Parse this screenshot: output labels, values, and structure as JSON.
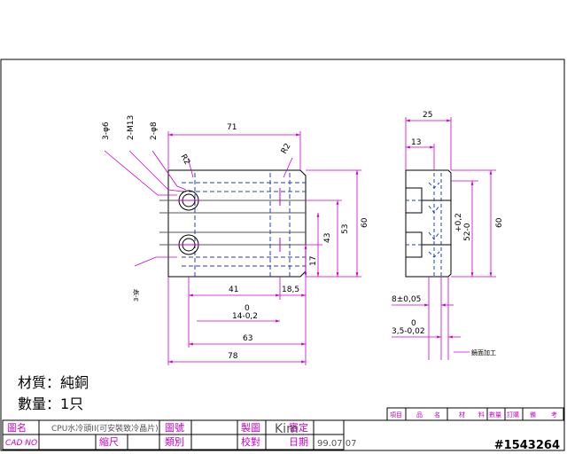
{
  "front_view": {
    "dim_width": "71",
    "dim_hole_spacing": "41",
    "dim_right_offset": "18,5",
    "dim_total_63": "63",
    "dim_total_78": "78",
    "dim_height_60": "60",
    "dim_height_53": "53",
    "dim_height_43": "43",
    "dim_height_17": "17",
    "tol_upper": "0",
    "tol_lower": "14-0,2",
    "callout_holes": "3-φ6",
    "callout_thread": "2-M13",
    "callout_bores": "2-φ8",
    "callout_r_left": "R2",
    "callout_r_right": "R2",
    "callout_bottom": "3-穿"
  },
  "side_view": {
    "dim_width": "25",
    "dim_offset": "13",
    "dim_height": "60",
    "tol_upper": "+0,2",
    "tol_base": "52-0",
    "dim_groove": "8±0,05",
    "tol2_upper": "0",
    "tol2_lower": "3,5-0,02",
    "note_surface": "鏡面加工"
  },
  "notes": {
    "material": "材質：純銅",
    "quantity": "數量：1只"
  },
  "title_block": {
    "label_name": "圖名",
    "value_name": "CPU水冷頭II(可安裝致冷晶片)",
    "label_drawing_no": "圖號",
    "label_drafter": "製圖",
    "value_drafter": "Kim",
    "label_approve": "審定",
    "label_cad_no": "CAD NO",
    "label_scale": "縮尺",
    "label_category": "類別",
    "label_check": "校對",
    "label_date": "日期",
    "value_date": "99.07.07",
    "parts_headers": [
      "項目",
      "品",
      "名",
      "材",
      "料",
      "數量",
      "訂購",
      "備",
      "考"
    ]
  },
  "watermark": "#1543264",
  "colors": {
    "dimension": "#cc00cc",
    "body": "#000000",
    "hidden": "#1f3fbf",
    "title_label": "#cc00cc",
    "title_text": "#555555"
  }
}
